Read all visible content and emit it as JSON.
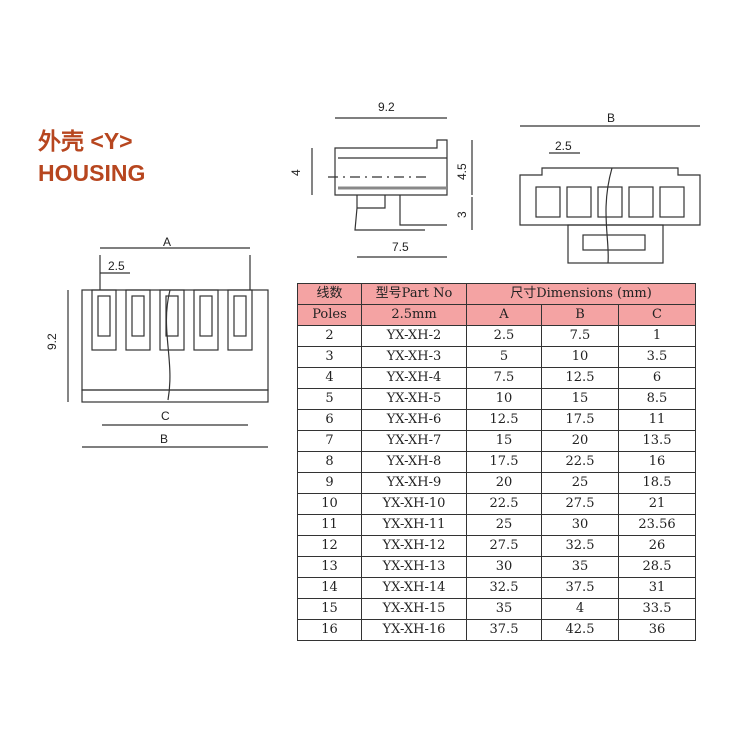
{
  "title": {
    "chinese": "外壳 <Y>",
    "english": "HOUSING"
  },
  "drawings": {
    "front": {
      "A": "A",
      "pitch": "2.5",
      "height": "9.2",
      "C": "C",
      "B": "B"
    },
    "side": {
      "width": "9.2",
      "left_height": "4",
      "upper_height": "4.5",
      "lower_height": "3",
      "base_width": "7.5"
    },
    "top": {
      "B": "B",
      "pitch": "2.5"
    }
  },
  "table": {
    "header": {
      "poles_cn": "线数",
      "poles_en": "Poles",
      "part_cn": "型号Part No",
      "part_pitch": "2.5mm",
      "dimensions": "尺寸Dimensions (mm)",
      "A": "A",
      "B": "B",
      "C": "C"
    },
    "colors": {
      "header_bg": "#f4a3a3"
    },
    "rows": [
      [
        "2",
        "YX-XH-2",
        "2.5",
        "7.5",
        "1"
      ],
      [
        "3",
        "YX-XH-3",
        "5",
        "10",
        "3.5"
      ],
      [
        "4",
        "YX-XH-4",
        "7.5",
        "12.5",
        "6"
      ],
      [
        "5",
        "YX-XH-5",
        "10",
        "15",
        "8.5"
      ],
      [
        "6",
        "YX-XH-6",
        "12.5",
        "17.5",
        "11"
      ],
      [
        "7",
        "YX-XH-7",
        "15",
        "20",
        "13.5"
      ],
      [
        "8",
        "YX-XH-8",
        "17.5",
        "22.5",
        "16"
      ],
      [
        "9",
        "YX-XH-9",
        "20",
        "25",
        "18.5"
      ],
      [
        "10",
        "YX-XH-10",
        "22.5",
        "27.5",
        "21"
      ],
      [
        "11",
        "YX-XH-11",
        "25",
        "30",
        "23.56"
      ],
      [
        "12",
        "YX-XH-12",
        "27.5",
        "32.5",
        "26"
      ],
      [
        "13",
        "YX-XH-13",
        "30",
        "35",
        "28.5"
      ],
      [
        "14",
        "YX-XH-14",
        "32.5",
        "37.5",
        "31"
      ],
      [
        "15",
        "YX-XH-15",
        "35",
        "4",
        "33.5"
      ],
      [
        "16",
        "YX-XH-16",
        "37.5",
        "42.5",
        "36"
      ]
    ]
  }
}
